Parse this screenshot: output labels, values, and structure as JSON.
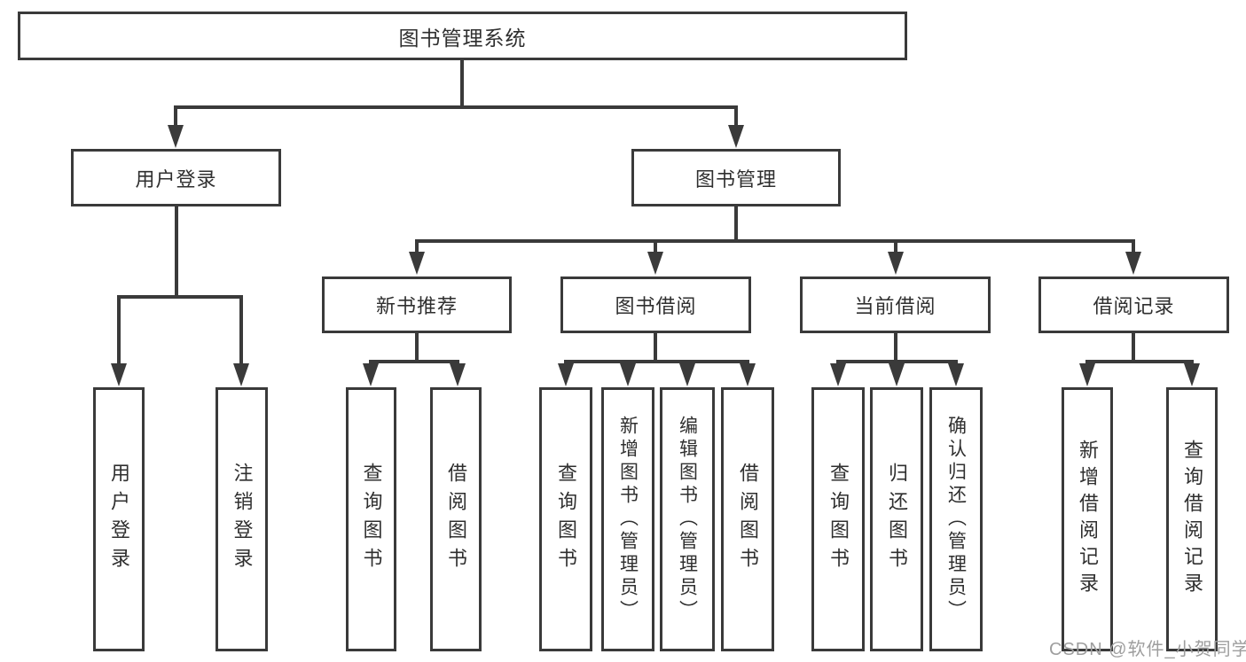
{
  "tree": {
    "root": {
      "label": "图书管理系统"
    },
    "branches": [
      {
        "label": "用户登录",
        "children": [
          {
            "label": "用户登录"
          },
          {
            "label": "注销登录"
          }
        ]
      },
      {
        "label": "图书管理",
        "sections": [
          {
            "label": "新书推荐",
            "children": [
              {
                "label": "查询图书"
              },
              {
                "label": "借阅图书"
              }
            ]
          },
          {
            "label": "图书借阅",
            "children": [
              {
                "label": "查询图书"
              },
              {
                "label": "新增图书（管理员）"
              },
              {
                "label": "编辑图书（管理员）"
              },
              {
                "label": "借阅图书"
              }
            ]
          },
          {
            "label": "当前借阅",
            "children": [
              {
                "label": "查询图书"
              },
              {
                "label": "归还图书"
              },
              {
                "label": "确认归还（管理员）"
              }
            ]
          },
          {
            "label": "借阅记录",
            "children": [
              {
                "label": "新增借阅记录"
              },
              {
                "label": "查询借阅记录"
              }
            ]
          }
        ]
      }
    ]
  },
  "watermark": {
    "text": "CSDN @软件_小贺同学"
  },
  "colors": {
    "line": "#3a3a3a",
    "text": "#2f2f2f",
    "watermark": "#9e9e9e",
    "background": "#ffffff"
  }
}
